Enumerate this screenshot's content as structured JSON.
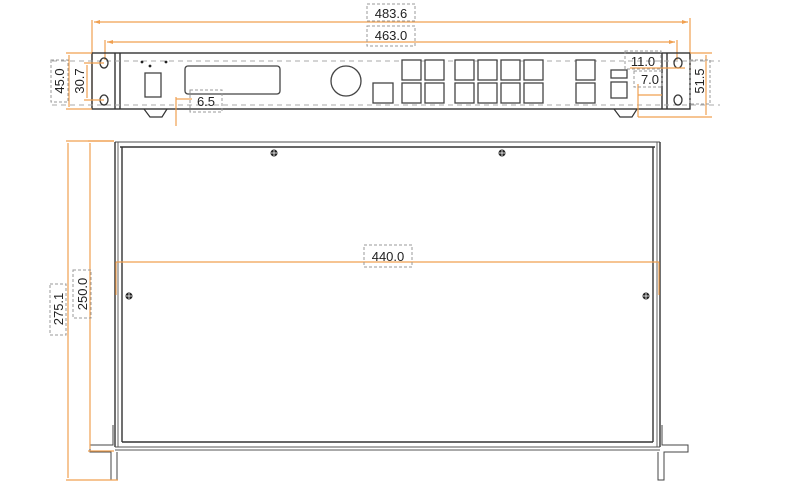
{
  "drawing": {
    "title": "Rack unit dimension drawing",
    "views": [
      "front-view",
      "top-view"
    ],
    "colors": {
      "dimension_line": "#f0a050",
      "outline": "#333333",
      "label_box": "#9a9a9a"
    }
  },
  "front_view": {
    "dimensions": {
      "overall_width": "483.6",
      "mount_hole_spacing": "463.0",
      "overall_height": "45.0",
      "hole_vertical_spacing": "30.7",
      "foot_offset": "6.5",
      "ear_width": "11.0",
      "ear_hole_offset": "7.0",
      "height_with_feet": "51.5"
    },
    "components": {
      "led_indicators": 3,
      "power_switch": 1,
      "lcd_display": 1,
      "rotary_knob": 1,
      "small_button": 1,
      "button_grid_left": {
        "rows": 2,
        "cols": 2
      },
      "button_grid_right": {
        "rows": 2,
        "cols": 4
      },
      "button_column_extra": {
        "rows": 2,
        "cols": 1
      },
      "ports": 2
    }
  },
  "top_view": {
    "dimensions": {
      "internal_width": "440.0",
      "overall_depth": "275.1",
      "chassis_depth": "250.0"
    },
    "screws": 4
  }
}
